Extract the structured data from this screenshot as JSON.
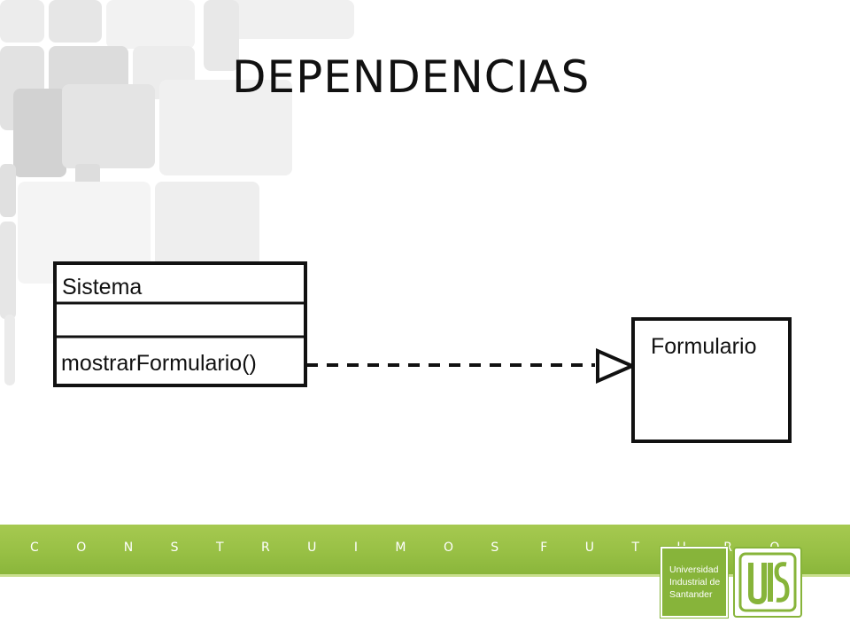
{
  "slide": {
    "title": "DEPENDENCIAS"
  },
  "diagram": {
    "source_class": {
      "name": "Sistema",
      "attributes": "",
      "method": "mostrarFormulario()"
    },
    "target_class": {
      "name": "Formulario"
    },
    "relationship": "dependency",
    "line_style": "dashed",
    "arrowhead": "hollow-triangle"
  },
  "footer": {
    "tagline_word_1": "C O N S T R U I M O S",
    "tagline_word_2": "F U T U R O",
    "logo": {
      "line1": "Universidad",
      "line2": "Industrial de",
      "line3": "Santander",
      "mark": "UIS"
    }
  },
  "colors": {
    "tile_light": "#f1f1f1",
    "tile_mid": "#e4e4e4",
    "tile_dark": "#d6d6d6",
    "footer_green": "#98c045",
    "logo_green": "#87b43a",
    "ink": "#111111"
  }
}
